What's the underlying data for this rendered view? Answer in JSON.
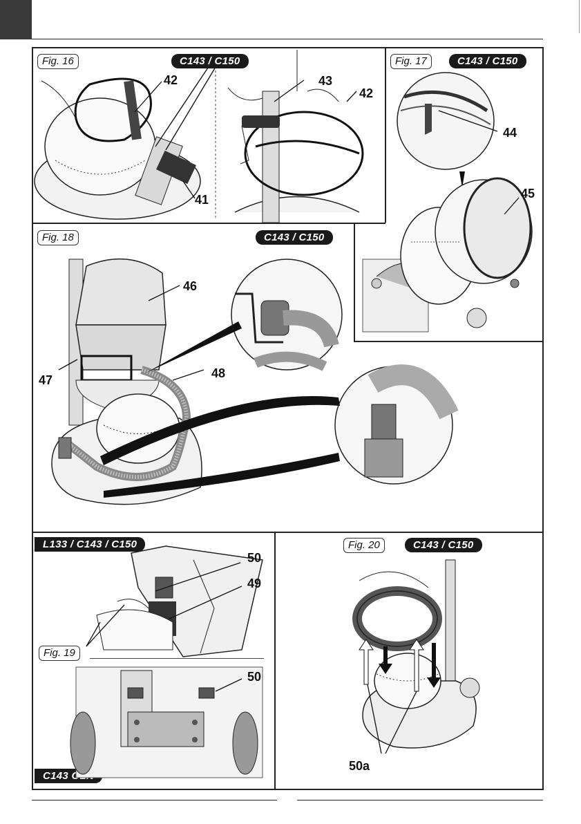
{
  "panels": {
    "fig16": {
      "label": "Fig. 16",
      "model": "C143 / C150",
      "callouts": [
        "42",
        "41",
        "43",
        "42"
      ]
    },
    "fig17": {
      "label": "Fig. 17",
      "model": "C143 / C150",
      "callouts": [
        "44",
        "45"
      ]
    },
    "fig18": {
      "label": "Fig. 18",
      "model": "C143 / C150",
      "callouts": [
        "46",
        "47",
        "48"
      ]
    },
    "fig19": {
      "label": "Fig. 19",
      "model_top": "L133 / C143 / C150",
      "model_bottom": "C143 OLN",
      "callouts": [
        "50",
        "49",
        "50"
      ]
    },
    "fig20": {
      "label": "Fig. 20",
      "model": "C143 / C150",
      "callouts": [
        "50a"
      ]
    }
  }
}
